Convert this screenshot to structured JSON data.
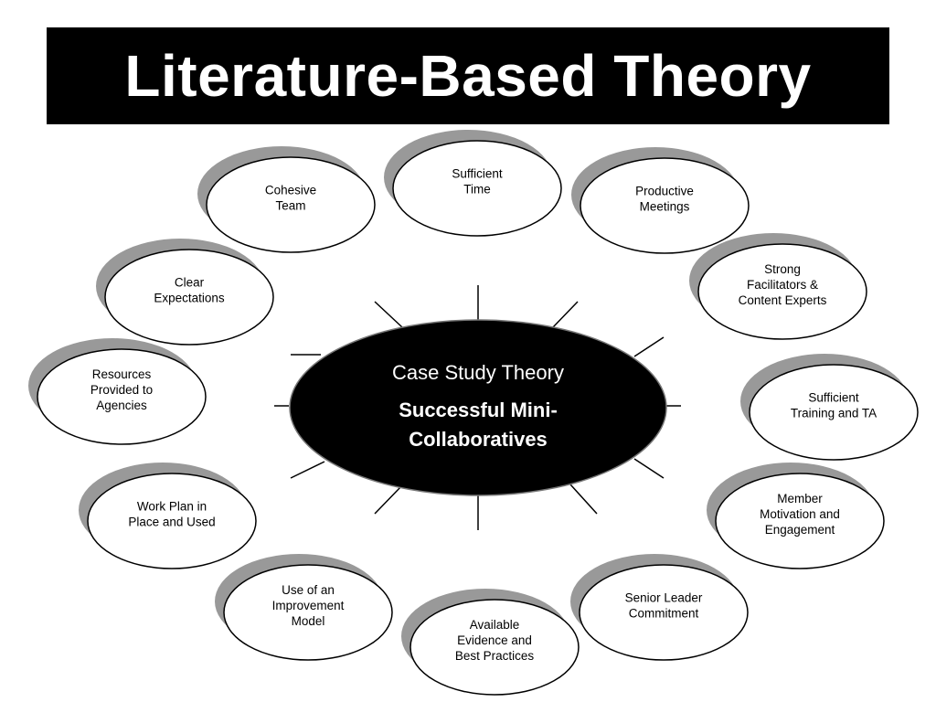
{
  "title": "Literature-Based Theory",
  "center": {
    "subtitle": "Case Study Theory",
    "title_lines": [
      "Successful Mini-",
      "Collaboratives"
    ]
  },
  "nodes": [
    {
      "id": "sufficient-time",
      "lines": [
        "Sufficient",
        "Time"
      ]
    },
    {
      "id": "productive-meetings",
      "lines": [
        "Productive",
        "Meetings"
      ]
    },
    {
      "id": "strong-facilitators",
      "lines": [
        "Strong",
        "Facilitators &",
        "Content Experts"
      ]
    },
    {
      "id": "sufficient-training",
      "lines": [
        "Sufficient",
        "Training and TA"
      ]
    },
    {
      "id": "member-motivation",
      "lines": [
        "Member",
        "Motivation and",
        "Engagement"
      ]
    },
    {
      "id": "senior-leader",
      "lines": [
        "Senior Leader",
        "Commitment"
      ]
    },
    {
      "id": "available-evidence",
      "lines": [
        "Available",
        "Evidence and",
        "Best Practices"
      ]
    },
    {
      "id": "improvement-model",
      "lines": [
        "Use of an",
        "Improvement",
        "Model"
      ]
    },
    {
      "id": "work-plan",
      "lines": [
        "Work Plan in",
        "Place and Used"
      ]
    },
    {
      "id": "resources-provided",
      "lines": [
        "Resources",
        "Provided to",
        "Agencies"
      ]
    },
    {
      "id": "clear-expectations",
      "lines": [
        "Clear",
        "Expectations"
      ]
    },
    {
      "id": "cohesive-team",
      "lines": [
        "Cohesive",
        "Team"
      ]
    }
  ],
  "colors": {
    "shadow": "#999999",
    "center_fill": "#000000",
    "title_bg": "#000000"
  }
}
